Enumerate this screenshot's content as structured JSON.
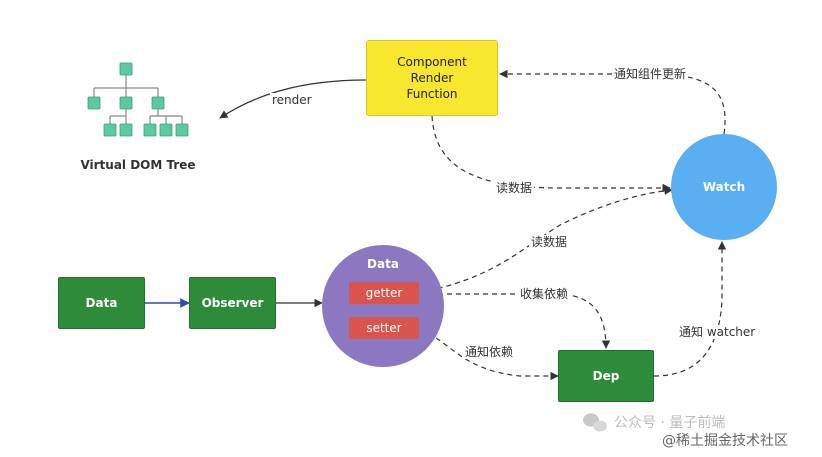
{
  "nodes": {
    "component_render": [
      "Component",
      "Render",
      "Function"
    ],
    "virtual_dom_tree": "Virtual DOM Tree",
    "watch": "Watch",
    "data_box": "Data",
    "observer": "Observer",
    "data_circle": "Data",
    "getter": "getter",
    "setter": "setter",
    "dep": "Dep"
  },
  "edges": {
    "render": "render",
    "notify_component_update": "通知组件更新",
    "read_data_top": "读数据",
    "read_data_mid": "读数据",
    "collect_deps": "收集依赖",
    "notify_deps": "通知依赖",
    "notify_watcher": "通知 watcher"
  },
  "watermark": {
    "line1": "公众号 · 量子前端",
    "line2": "@稀土掘金技术社区"
  },
  "colors": {
    "green": "#2e8b3a",
    "yellow": "#f9e62f",
    "watch_blue": "#5aaef2",
    "data_purple": "#8b78c0",
    "pill_red": "#d9544d",
    "tree_teal": "#5ec8a0"
  }
}
